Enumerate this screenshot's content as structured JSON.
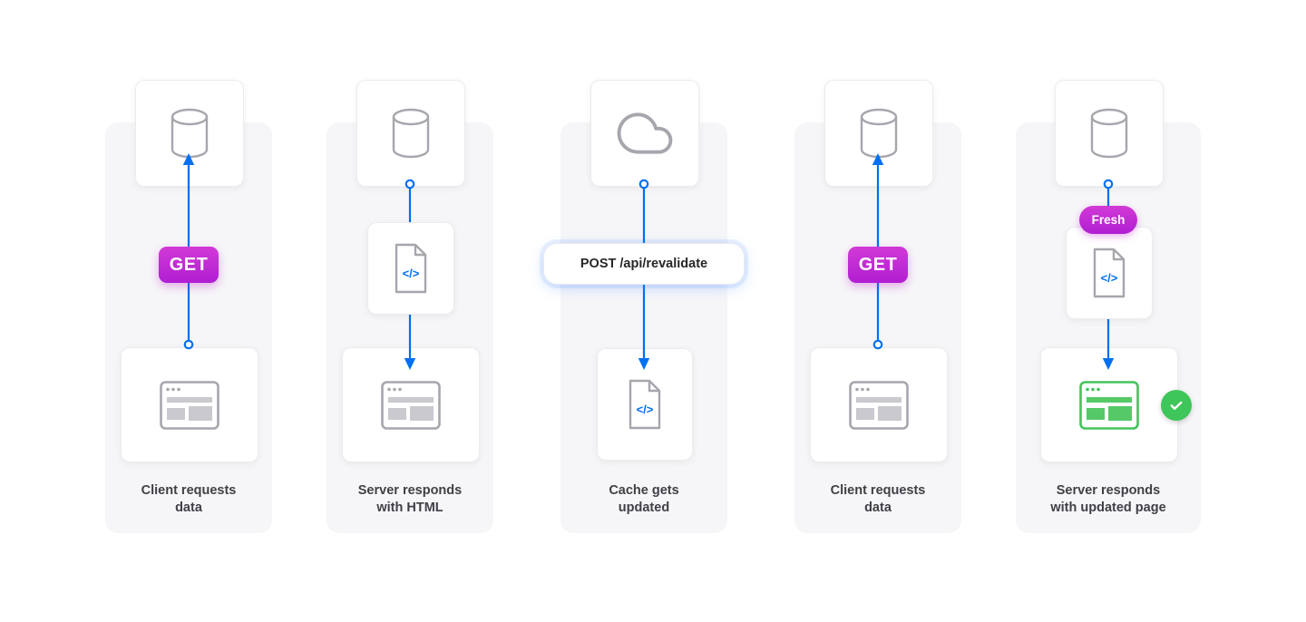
{
  "colors": {
    "background": "#ffffff",
    "panel": "#f6f6f8",
    "arrow_blue": "#0070f3",
    "badge_magenta": "#c62ad4",
    "success_green": "#3ec65a",
    "icon_gray": "#a6a6ad",
    "caption_text": "#3f3f46"
  },
  "steps": [
    {
      "badge": "GET",
      "caption_line1": "Client requests",
      "caption_line2": "data",
      "top_icon": "database-icon",
      "bottom_icon": "browser-icon",
      "arrow_direction": "up"
    },
    {
      "code_glyph": "</>",
      "caption_line1": "Server responds",
      "caption_line2": "with HTML",
      "top_icon": "database-icon",
      "middle_icon": "code-file-icon",
      "bottom_icon": "browser-icon",
      "arrow_direction": "down"
    },
    {
      "badge": "POST /api/revalidate",
      "code_glyph": "</>",
      "caption_line1": "Cache gets",
      "caption_line2": "updated",
      "top_icon": "cloud-icon",
      "bottom_icon": "code-file-icon",
      "arrow_direction": "down"
    },
    {
      "badge": "GET",
      "caption_line1": "Client requests",
      "caption_line2": "data",
      "top_icon": "database-icon",
      "bottom_icon": "browser-icon",
      "arrow_direction": "up"
    },
    {
      "badge": "Fresh",
      "code_glyph": "</>",
      "caption_line1": "Server responds",
      "caption_line2": "with updated page",
      "top_icon": "database-icon",
      "middle_icon": "code-file-icon",
      "bottom_icon": "browser-icon-success",
      "status_icon": "check-icon",
      "arrow_direction": "down"
    }
  ]
}
